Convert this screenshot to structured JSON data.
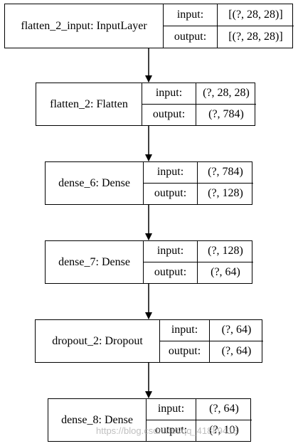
{
  "nodes": [
    {
      "name": "flatten_2_input: InputLayer",
      "input_label": "input:",
      "input_value": "[(?, 28, 28)]",
      "output_label": "output:",
      "output_value": "[(?, 28, 28)]"
    },
    {
      "name": "flatten_2: Flatten",
      "input_label": "input:",
      "input_value": "(?, 28, 28)",
      "output_label": "output:",
      "output_value": "(?, 784)"
    },
    {
      "name": "dense_6: Dense",
      "input_label": "input:",
      "input_value": "(?, 784)",
      "output_label": "output:",
      "output_value": "(?, 128)"
    },
    {
      "name": "dense_7: Dense",
      "input_label": "input:",
      "input_value": "(?, 128)",
      "output_label": "output:",
      "output_value": "(?, 64)"
    },
    {
      "name": "dropout_2: Dropout",
      "input_label": "input:",
      "input_value": "(?, 64)",
      "output_label": "output:",
      "output_value": "(?, 64)"
    },
    {
      "name": "dense_8: Dense",
      "input_label": "input:",
      "input_value": "(?, 64)",
      "output_label": "output:",
      "output_value": "(?, 10)"
    }
  ],
  "edges": [
    [
      0,
      1
    ],
    [
      1,
      2
    ],
    [
      2,
      3
    ],
    [
      3,
      4
    ],
    [
      4,
      5
    ]
  ],
  "watermark": "https://blog.csdn.net/qq_41889416"
}
